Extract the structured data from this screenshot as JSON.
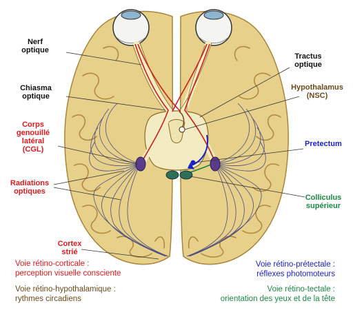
{
  "colors": {
    "black": "#111111",
    "red": "#e0191b",
    "brown": "#6b4a1c",
    "blue": "#1a22c8",
    "green": "#1a8a43",
    "brain": "#e6d08a",
    "brain_shadow": "#caa95a",
    "gyrus_line": "#b38a3f",
    "brainstem": "#f3ecc2",
    "radiation": "#4b4c80"
  },
  "labels": {
    "nerf_optique": "Nerf\noptique",
    "chiasma_optique": "Chiasma\noptique",
    "cgl": "Corps\ngenouillé\nlatéral\n(CGL)",
    "radiations_optiques": "Radiations\noptiques",
    "cortex_strie": "Cortex\nstrié",
    "tractus_optique": "Tractus\noptique",
    "hypothalamus": "Hypothalamus\n(NSC)",
    "pretectum": "Pretectum",
    "colliculus": "Colliculus\nsupérieur"
  },
  "pathways": {
    "corticale_title": "Voie rétino-corticale :",
    "corticale_desc": "perception visuelle consciente",
    "hypothalamique_title": "Voie rétino-hypothalamique :",
    "hypothalamique_desc": "rythmes circadiens",
    "pretectale_title": "Voie rétino-prétectale :",
    "pretectale_desc": "réflexes photomoteurs",
    "tectale_title": "Voie rétino-tectale :",
    "tectale_desc": "orientation des yeux et de la tête"
  }
}
